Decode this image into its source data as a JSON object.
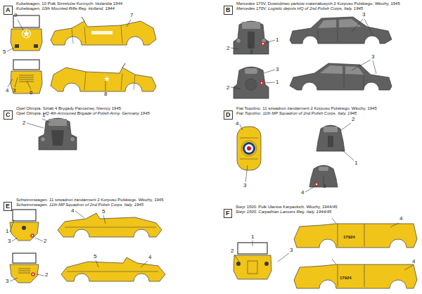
{
  "diagram": {
    "nodes": [
      {
        "text": [
          "A",
          "Kubelwagen, 10 Pułk Strzelców Konnych. Holandia 1944",
          "Kubelwagen, 10th Mounted Rifle Reg. Holland, 1944"
        ]
      },
      {
        "text": [
          "B",
          "Mercedes 170V, Dowództwo parków materiałowych 2 Korpusu Polskiego, Włochy, 1945",
          "Mercedes 170V, Logistic depots HQ of 2nd Polish Corps, Italy, 1945"
        ]
      },
      {
        "text": [
          "C",
          "Opel Olimpia. Sztab 4 Brygady Pancernej. Niemcy 1945",
          "Opel Olimpia. HQ 4th Armoured Brigade of Polish Army. Germany 1945"
        ]
      },
      {
        "text": [
          "D",
          "Fiat Topolino. 11 szwadron żandarmerii 2 Korpusu Polskiego. Włochy, 1945",
          "Fiat Topolino. 11th MP Squadron of 2nd Polish Corps. Italy, 1945"
        ]
      },
      {
        "text": [
          "E",
          "Schwimmwagen. 11 szwadron żandarmerii 2 Korpusu Polskiego. Włochy, 1945",
          "Schwimmwagen. 11th MP Squadron of 2nd Polish Corps. Italy, 1945"
        ]
      },
      {
        "text": [
          "F",
          "Steyr 1500. Pułk Ułanów Karpackich. Włochy, 1944/45",
          "Steyr 1500. Carpathian Lancers Reg. Italy, 1944/45"
        ]
      }
    ],
    "labels": [
      "9",
      "7",
      "5",
      "4",
      "3",
      "6",
      "8",
      "2",
      "3",
      "1",
      "2",
      "3",
      "1",
      "3",
      "3",
      "1",
      "2",
      "4",
      "3",
      "2",
      "1",
      "3",
      "4",
      "1",
      "3",
      "2",
      "4",
      "5",
      "3",
      "2",
      "5",
      "4",
      "1",
      "2",
      "3",
      "4",
      "4",
      "17924",
      "17924"
    ]
  }
}
